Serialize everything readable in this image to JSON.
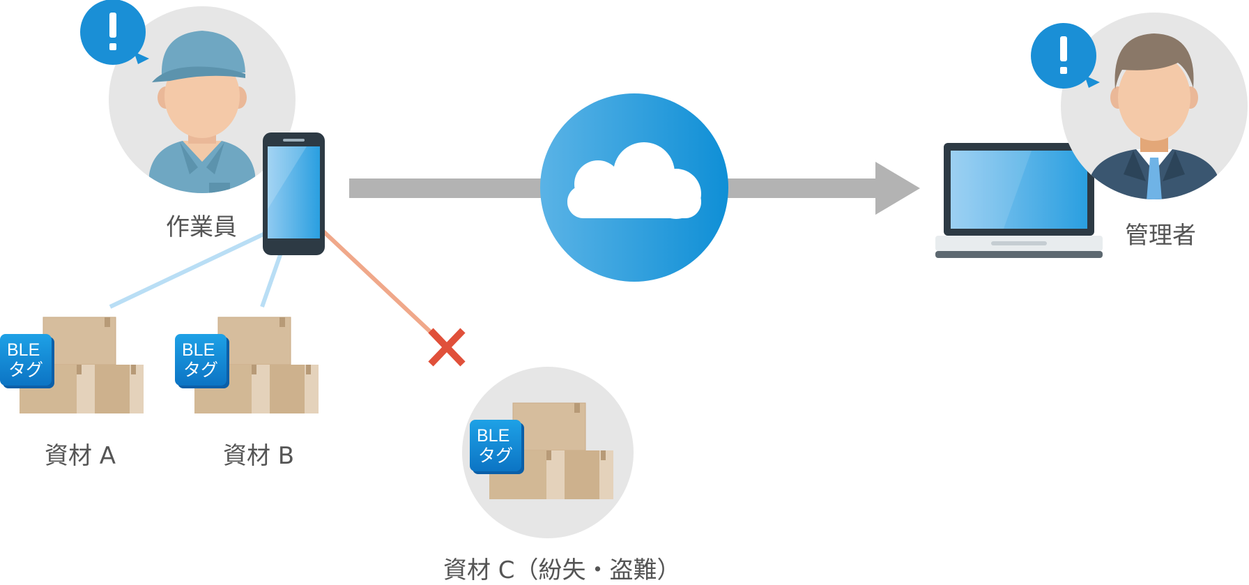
{
  "labels": {
    "worker": "作業員",
    "manager": "管理者",
    "material_a": "資材 A",
    "material_b": "資材 B",
    "material_c": "資材 C（紛失・盗難）"
  },
  "ble_tag": {
    "line1": "BLE",
    "line2": "タグ"
  },
  "colors": {
    "blue": "#1a94d8",
    "blue_light": "#8ccaf0",
    "gray_circle": "#e6e6e6",
    "gray_arrow": "#b3b3b3",
    "box": "#d4b996",
    "red_x": "#e0503a",
    "lost_line": "#f0a88a",
    "signal_line": "#b9def5"
  },
  "icons": [
    "alert-icon",
    "smartphone-icon",
    "cloud-icon",
    "laptop-icon",
    "box-icon",
    "ble-tag-icon",
    "cross-icon",
    "arrow-icon"
  ]
}
